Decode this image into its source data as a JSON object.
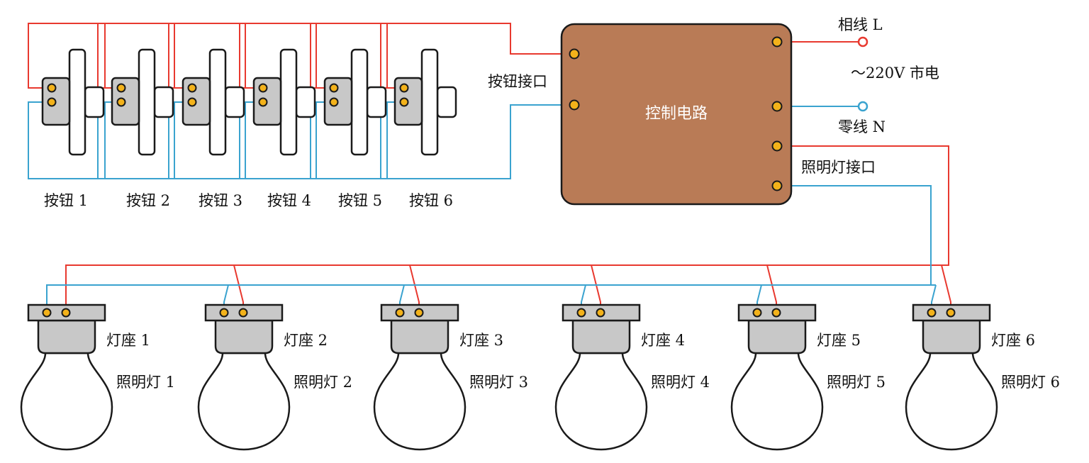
{
  "colors": {
    "phase_wire": "#e8392f",
    "neutral_wire": "#3aa3cf",
    "control_box": "#b97b56",
    "terminal": "#f3b21a",
    "socket": "#c8c8c8"
  },
  "labels": {
    "control_circuit": "控制电路",
    "button_interface": "按钮接口",
    "lamp_interface": "照明灯接口",
    "phase_line": "相线 L",
    "neutral_line": "零线 N",
    "mains": "～220V 市电"
  },
  "buttons": [
    {
      "label": "按钮 1"
    },
    {
      "label": "按钮 2"
    },
    {
      "label": "按钮 3"
    },
    {
      "label": "按钮 4"
    },
    {
      "label": "按钮 5"
    },
    {
      "label": "按钮 6"
    }
  ],
  "lamps": [
    {
      "socket_label": "灯座 1",
      "lamp_label": "照明灯 1"
    },
    {
      "socket_label": "灯座 2",
      "lamp_label": "照明灯 2"
    },
    {
      "socket_label": "灯座 3",
      "lamp_label": "照明灯 3"
    },
    {
      "socket_label": "灯座 4",
      "lamp_label": "照明灯 4"
    },
    {
      "socket_label": "灯座 5",
      "lamp_label": "照明灯 5"
    },
    {
      "socket_label": "灯座 6",
      "lamp_label": "照明灯 6"
    }
  ]
}
